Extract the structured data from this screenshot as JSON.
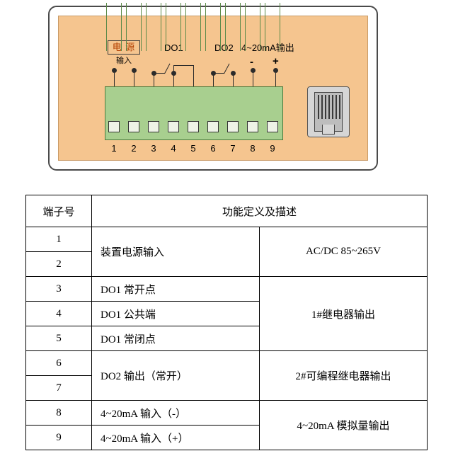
{
  "diagram": {
    "labels": {
      "power_main": "电 源",
      "power_sub": "输入",
      "do1": "DO1",
      "do2": "DO2",
      "analog": "4~20mA输出",
      "minus": "-",
      "plus": "+"
    },
    "terminal_numbers": [
      "1",
      "2",
      "3",
      "4",
      "5",
      "6",
      "7",
      "8",
      "9"
    ],
    "colors": {
      "panel": "#f5c58f",
      "terminal_block": "#a8cf8f",
      "power_label_text": "#b34000",
      "jack": "#d6d6d6"
    }
  },
  "table": {
    "headers": {
      "terminal_no": "端子号",
      "function": "功能定义及描述"
    },
    "rows": [
      {
        "no": "1",
        "desc": "装置电源输入",
        "right": "AC/DC 85~265V"
      },
      {
        "no": "2",
        "desc": "",
        "right": ""
      },
      {
        "no": "3",
        "desc": "DO1 常开点",
        "right": "1#继电器输出"
      },
      {
        "no": "4",
        "desc": " DO1 公共端",
        "right": ""
      },
      {
        "no": "5",
        "desc": "DO1 常闭点",
        "right": ""
      },
      {
        "no": "6",
        "desc": "DO2 输出（常开）",
        "right": "2#可编程继电器输出"
      },
      {
        "no": "7",
        "desc": "",
        "right": ""
      },
      {
        "no": "8",
        "desc": "4~20mA 输入（-）",
        "right": "4~20mA 模拟量输出"
      },
      {
        "no": "9",
        "desc": "4~20mA 输入（+）",
        "right": ""
      }
    ]
  }
}
